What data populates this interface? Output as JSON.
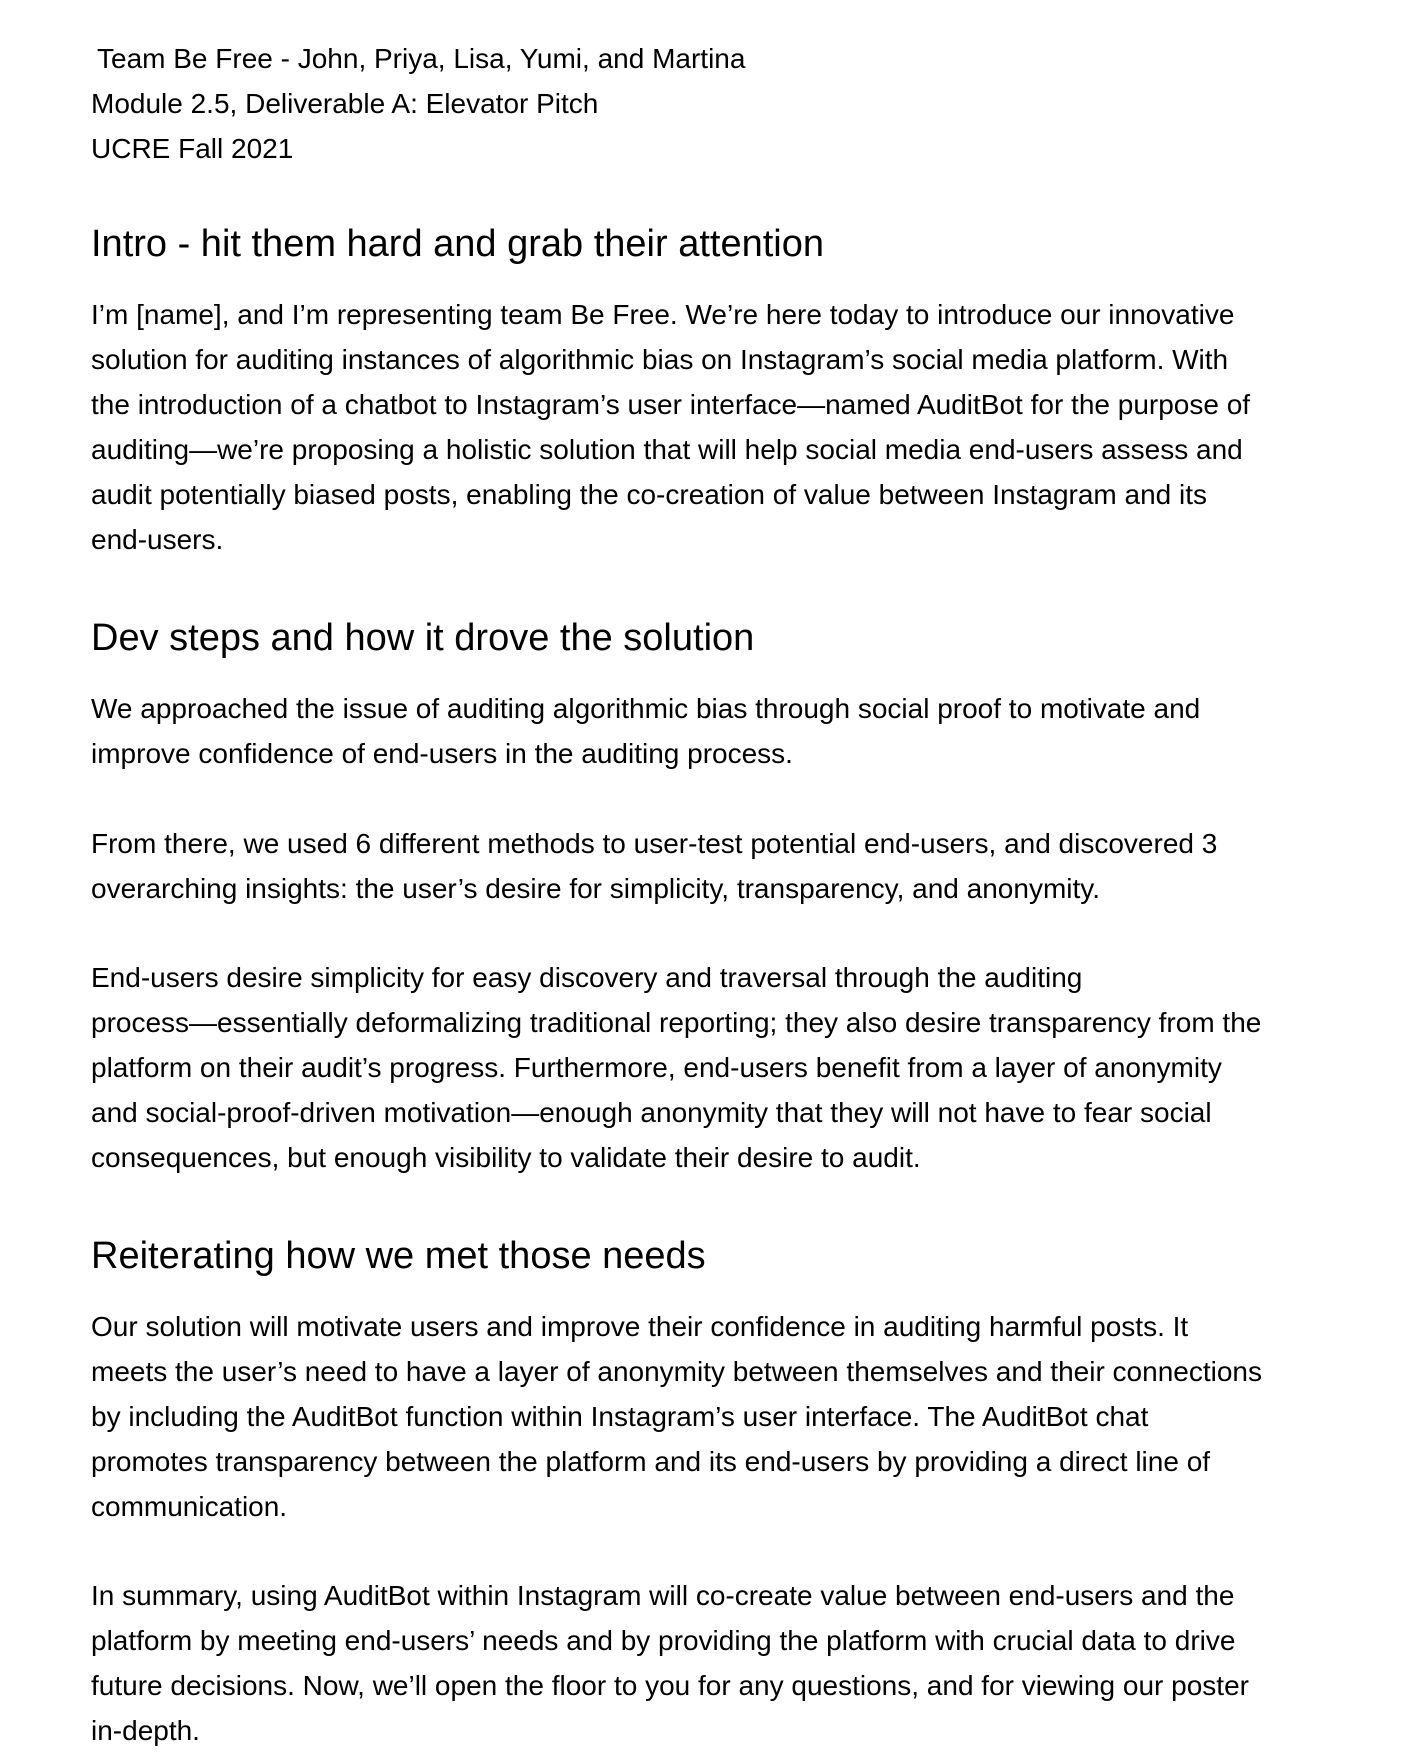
{
  "header": {
    "team_line": "Team Be Free - John, Priya, Lisa, Yumi, and Martina",
    "module_line": "Module 2.5, Deliverable A: Elevator Pitch",
    "course_line": "UCRE Fall 2021"
  },
  "sections": [
    {
      "heading": "Intro - hit them hard and grab their attention",
      "paragraphs": [
        {
          "lines": [
            "I’m [name], and I’m representing team Be Free. We’re here today to introduce our innovative",
            "solution for auditing instances of algorithmic bias on Instagram’s social media platform. With",
            "the introduction of a chatbot to Instagram’s user interface—named AuditBot for the purpose of",
            "auditing—we’re proposing a holistic solution that will help social media end-users assess and",
            "audit potentially biased posts, enabling the co-creation of value between Instagram and its",
            "end-users."
          ]
        }
      ]
    },
    {
      "heading": "Dev steps and how it drove the solution",
      "paragraphs": [
        {
          "lines": [
            "We approached the issue of auditing algorithmic bias through social proof to motivate and",
            "improve confidence of end-users in the auditing process."
          ]
        },
        {
          "lines": [
            "From there, we used 6 different methods to user-test potential end-users, and discovered 3",
            "overarching insights: the user’s desire for simplicity, transparency, and anonymity."
          ]
        },
        {
          "lines": [
            "End-users desire simplicity for easy discovery and traversal through the auditing",
            "process—essentially deformalizing traditional reporting; they also desire transparency from the",
            "platform on their audit’s progress. Furthermore, end-users benefit from a layer of anonymity",
            "and social-proof-driven motivation—enough anonymity that they will not have to fear social",
            "consequences, but enough visibility to validate their desire to audit."
          ]
        }
      ]
    },
    {
      "heading": "Reiterating how we met those needs",
      "paragraphs": [
        {
          "lines": [
            "Our solution will motivate users and improve their confidence in auditing harmful posts. It",
            "meets the user’s need to have a layer of anonymity between themselves and their connections",
            "by including the AuditBot function within Instagram’s user interface. The AuditBot chat",
            "promotes transparency between the platform and its end-users by providing a direct line of",
            "communication."
          ]
        },
        {
          "lines": [
            "In summary, using AuditBot within Instagram will co-create value between end-users and the",
            "platform by meeting end-users’ needs and by providing the platform with crucial data to drive",
            "future decisions. Now, we’ll open the floor to you for any questions, and for viewing our poster",
            "in-depth."
          ]
        }
      ]
    }
  ]
}
